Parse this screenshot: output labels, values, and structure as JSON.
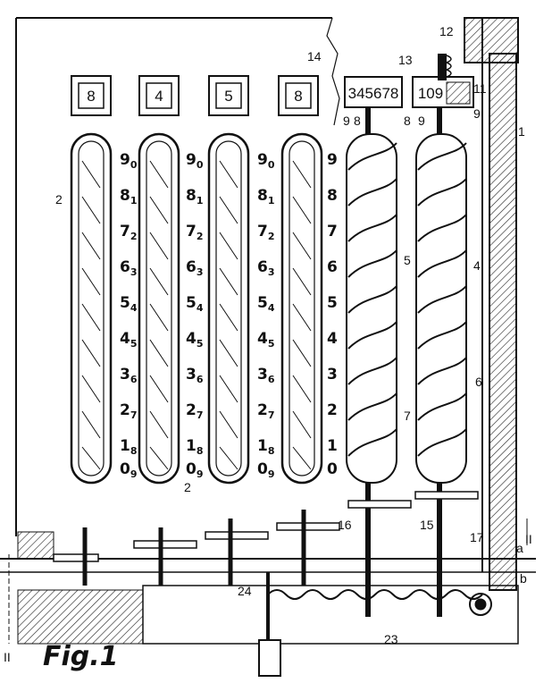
{
  "caption": "Fig.1",
  "section_marker": "II",
  "windows": [
    "8",
    "4",
    "5",
    "8"
  ],
  "scale_main": [
    "9",
    "8",
    "7",
    "6",
    "5",
    "4",
    "3",
    "2",
    "1",
    "0"
  ],
  "scale_sub": [
    "0",
    "1",
    "2",
    "3",
    "4",
    "5",
    "6",
    "7",
    "8",
    "9"
  ],
  "side_scale": [
    "9",
    "8",
    "7",
    "6",
    "5",
    "4",
    "3",
    "2",
    "1",
    "0"
  ],
  "drum_left_digits": "345678",
  "drum_right_digits": "109",
  "refs": {
    "r1": "1",
    "r2": "2",
    "r2b": "2",
    "r4": "4",
    "r5": "5",
    "r6": "6",
    "r7": "7",
    "r8a": "8",
    "r8b": "8",
    "r9a": "9",
    "r9b": "9",
    "r9c": "9",
    "r11": "11",
    "r12": "12",
    "r13": "13",
    "r14": "14",
    "r15": "15",
    "r16": "16",
    "r17": "17",
    "r23": "23",
    "r24": "24",
    "ra": "a",
    "rb": "b"
  }
}
